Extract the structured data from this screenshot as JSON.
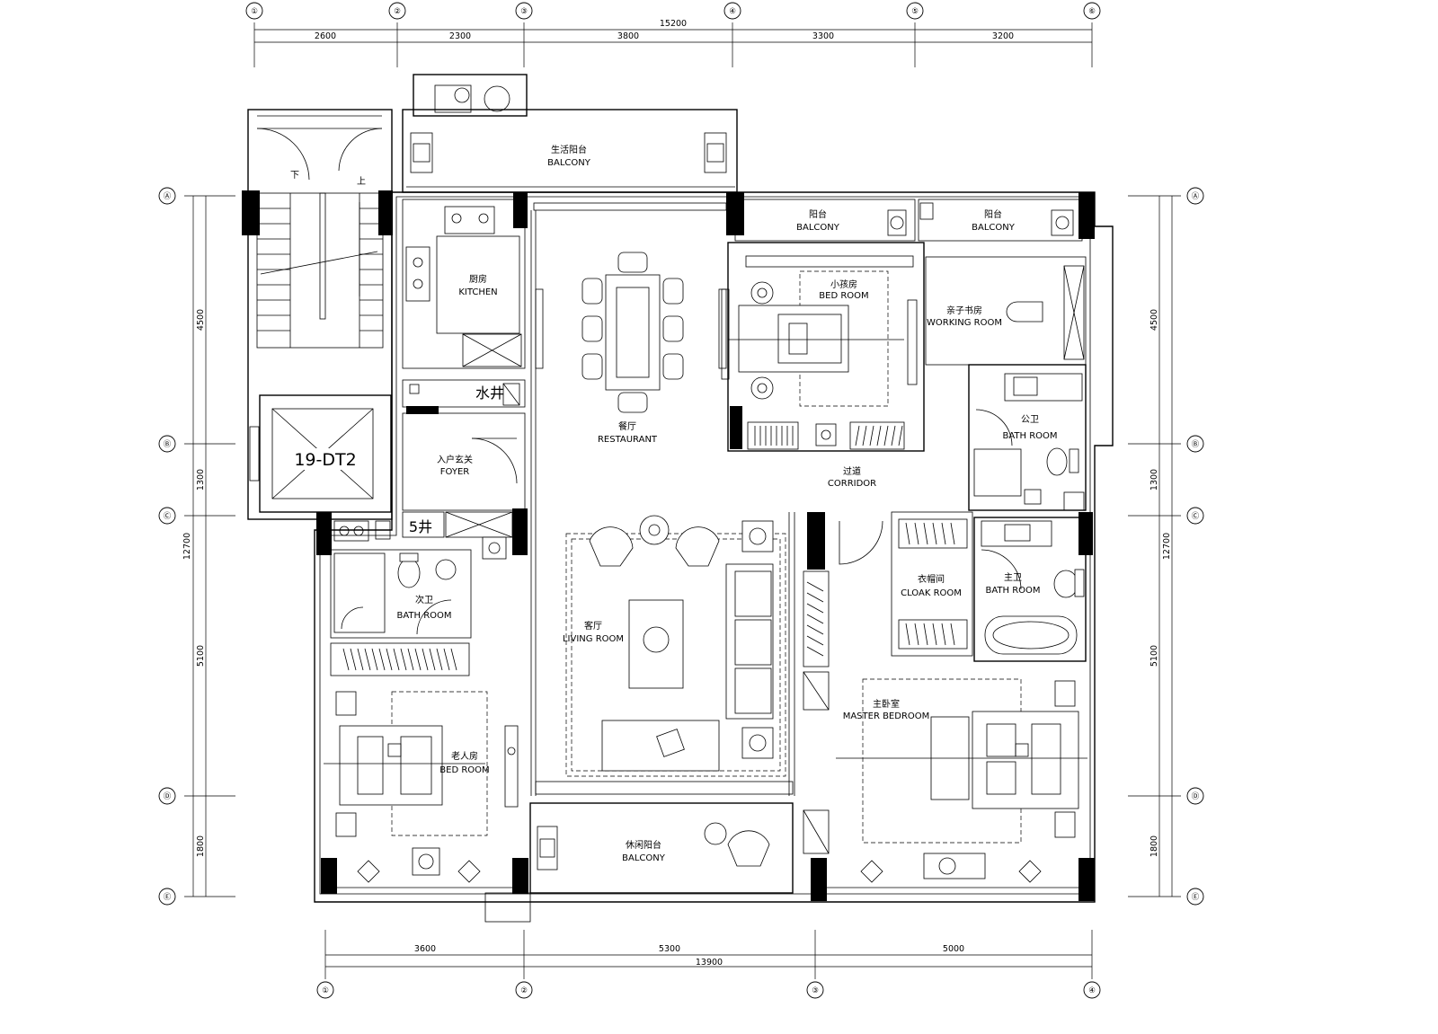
{
  "dimensions": {
    "top_total": "15200",
    "top_segments": [
      "2600",
      "2300",
      "3800",
      "3300",
      "3200"
    ],
    "bottom_total": "13900",
    "bottom_segments": [
      "3600",
      "5300",
      "5000"
    ],
    "left_total": "12700",
    "left_segments": [
      "4500",
      "1300",
      "5100",
      "1800"
    ],
    "right_total": "12700",
    "right_segments": [
      "4500",
      "1300",
      "5100",
      "1800"
    ]
  },
  "rooms": {
    "balcony_service": {
      "cn": "生活阳台",
      "en": "BALCONY"
    },
    "balcony_a": {
      "cn": "阳台",
      "en": "BALCONY"
    },
    "balcony_b": {
      "cn": "阳台",
      "en": "BALCONY"
    },
    "kitchen": {
      "cn": "厨房",
      "en": "KITCHEN"
    },
    "restaurant": {
      "cn": "餐厅",
      "en": "RESTAURANT"
    },
    "child_bedroom": {
      "cn": "小孩房",
      "en": "BED ROOM"
    },
    "working_room": {
      "cn": "亲子书房",
      "en": "WORKING ROOM"
    },
    "water_well": {
      "cn": "水井"
    },
    "foyer": {
      "cn": "入户玄关",
      "en": "FOYER"
    },
    "shaft_5": {
      "cn": "5井"
    },
    "elevator": {
      "cn": "19-DT2"
    },
    "corridor": {
      "cn": "过道",
      "en": "CORRIDOR"
    },
    "bath_public": {
      "cn": "公卫",
      "en": "BATH ROOM"
    },
    "bath_guest": {
      "cn": "次卫",
      "en": "BATH ROOM"
    },
    "living_room": {
      "cn": "客厅",
      "en": "LIVING ROOM"
    },
    "cloak_room": {
      "cn": "衣帽间",
      "en": "CLOAK ROOM"
    },
    "bath_master": {
      "cn": "主卫",
      "en": "BATH ROOM"
    },
    "guest_bedroom": {
      "cn": "老人房",
      "en": "BED ROOM"
    },
    "master_bedroom": {
      "cn": "主卧室",
      "en": "MASTER BEDROOM"
    },
    "balcony_leisure": {
      "cn": "休闲阳台",
      "en": "BALCONY"
    }
  },
  "stair": {
    "down": "下",
    "up": "上"
  }
}
